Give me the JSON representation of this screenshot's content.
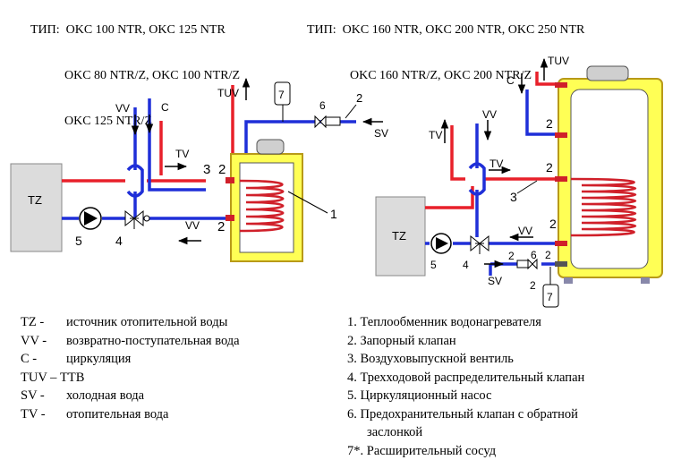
{
  "header": {
    "left_lines": [
      "ТИП:  OKC 100 NTR, OKC 125 NTR",
      "OKC 80 NTR/Z, OKC 100 NTR/Z",
      "OKC 125 NTR/Z"
    ],
    "right_lines": [
      "ТИП:  OKC 160 NTR, OKC 200 NTR, OKC 250 NTR",
      "OKC 160 NTR/Z, OKC 200 NTR/Z"
    ]
  },
  "diagram_left": {
    "tz": "TZ",
    "vv_top": "VV",
    "c": "C",
    "tuv": "TUV",
    "tv": "TV",
    "vv_bottom": "VV",
    "sv": "SV",
    "n1": "1",
    "n2a": "2",
    "n2b": "2",
    "n2c": "2",
    "n3": "3",
    "n4": "4",
    "n5": "5",
    "n6": "6",
    "n7": "7"
  },
  "diagram_right": {
    "tz": "TZ",
    "c": "C",
    "tuv": "TUV",
    "tv_left": "TV",
    "vv_top": "VV",
    "tv": "TV",
    "vv_bottom": "VV",
    "sv": "SV",
    "n2a": "2",
    "n2b": "2",
    "n2c": "2",
    "n2d": "2",
    "n2e": "2",
    "n2f": "2",
    "n3": "3",
    "n4": "4",
    "n5": "5",
    "n6": "6",
    "n7": "7"
  },
  "legend_left": [
    {
      "code": "TZ -",
      "text": "источник отопительной воды"
    },
    {
      "code": "VV -",
      "text": "возвратно-поступательная вода"
    },
    {
      "code": "C -",
      "text": "циркуляция"
    },
    {
      "code": "TUV – ТТВ",
      "text": ""
    },
    {
      "code": "SV -",
      "text": "холодная вода"
    },
    {
      "code": "TV -",
      "text": "отопительная вода"
    }
  ],
  "legend_right": [
    "1. Теплообменник водонагревателя",
    "2. Запорный клапан",
    "3. Воздуховыпускной вентиль",
    "4. Трехходовой распределительный клапан",
    "5. Циркуляционный насос",
    "6. Предохранительный клапан с обратной",
    "заслонкой",
    "7*. Расширительный сосуд"
  ],
  "colors": {
    "hot": "#e8202a",
    "cold": "#1f2fd8",
    "tank": "#ffff55",
    "tank_border": "#b89a18",
    "coil": "#d0202a",
    "box": "#dcdcdc"
  }
}
